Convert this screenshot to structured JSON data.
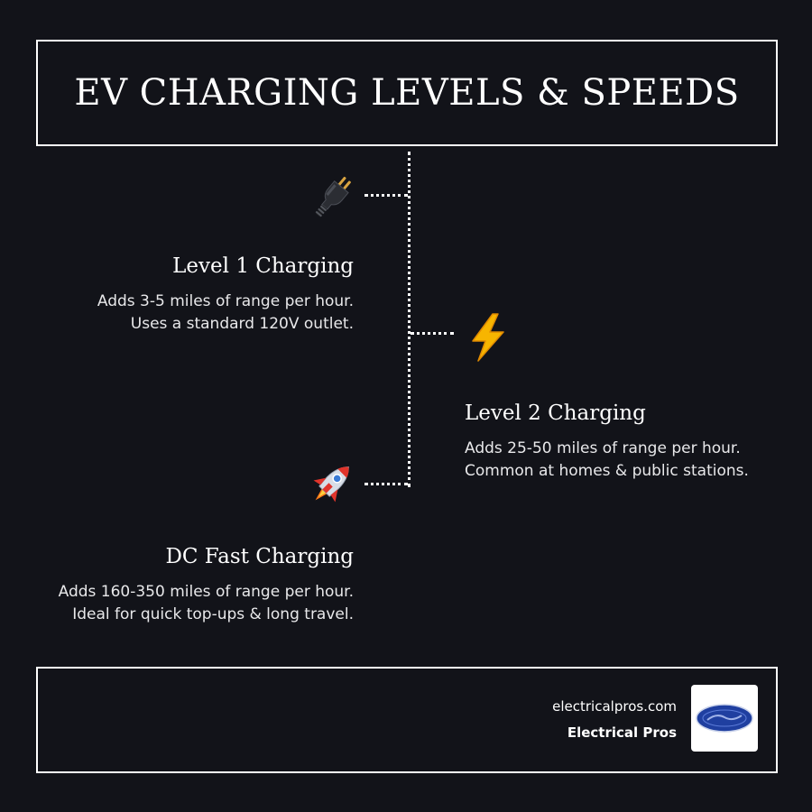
{
  "header": {
    "title": "EV CHARGING LEVELS & SPEEDS"
  },
  "levels": [
    {
      "icon": "plug-icon",
      "title": "Level 1 Charging",
      "line1": "Adds 3-5 miles of range per hour.",
      "line2": "Uses a standard 120V outlet."
    },
    {
      "icon": "lightning-bolt-icon",
      "title": "Level 2 Charging",
      "line1": "Adds 25-50 miles of range per hour.",
      "line2": "Common at homes & public stations."
    },
    {
      "icon": "rocket-icon",
      "title": "DC Fast Charging",
      "line1": "Adds 160-350 miles of range per hour.",
      "line2": "Ideal for quick top-ups & long travel."
    }
  ],
  "footer": {
    "url": "electricalpros.com",
    "brand": "Electrical Pros",
    "logo_icon": "brand-logo-icon"
  },
  "colors": {
    "background": "#121319",
    "foreground": "#ffffff",
    "bolt": "#f7b500",
    "logo_blue": "#1f3fa0"
  }
}
